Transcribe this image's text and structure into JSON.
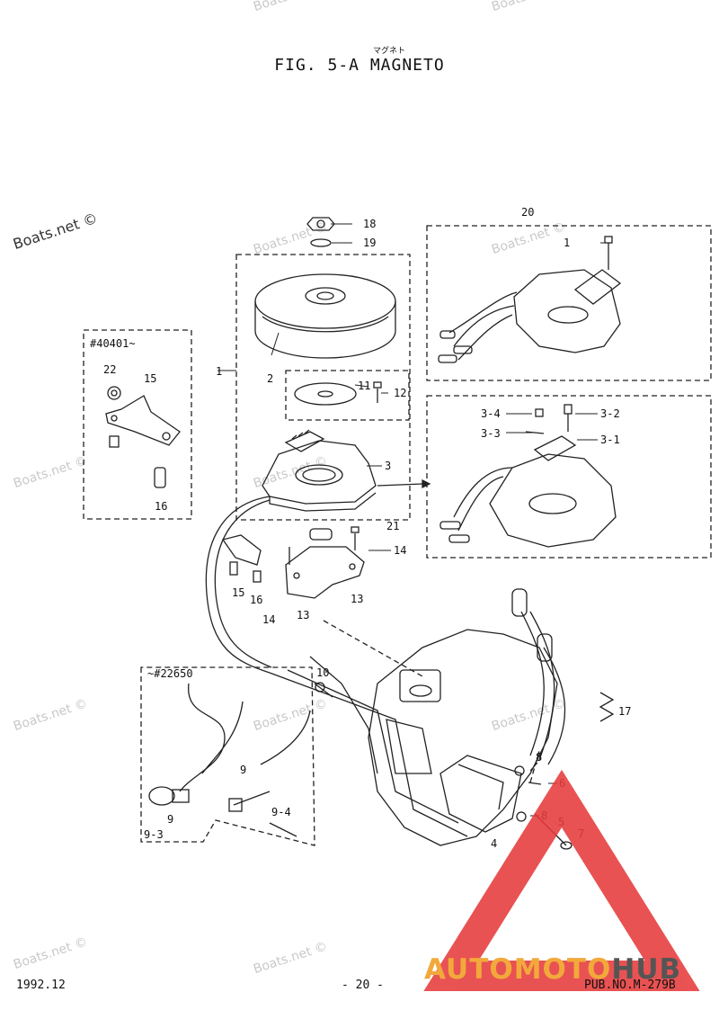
{
  "header": {
    "title": "FIG.  5-A MAGNETO",
    "ruby": "マグネト"
  },
  "watermarks": [
    "Boats.net ©",
    "Boats.net ©",
    "Boats.net ©",
    "Boats.net ©",
    "Boats.net ©",
    "Boats.net ©",
    "Boats.net ©",
    "Boats.net ©",
    "Boats.net ©",
    "Boats.net ©",
    "Boats.net ©",
    "Boats.net ©"
  ],
  "footer": {
    "date": "1992.12",
    "page": "- 20 -",
    "pub": "PUB.NO.M-279B"
  },
  "brand": {
    "part1": "AUTOMOTO",
    "part2": "HUB",
    "color_primary": "#e63b3b",
    "color_accent": "#f2a93b"
  },
  "serial_notes": {
    "top_left": "#40401~",
    "bottom_left": "~#22650"
  },
  "callouts": {
    "c18": "18",
    "c19": "19",
    "c20": "20",
    "c1a": "1",
    "c1": "1",
    "c2": "2",
    "c11": "11",
    "c12": "12",
    "c3": "3",
    "c34": "3-4",
    "c33": "3-3",
    "c32": "3-2",
    "c31": "3-1",
    "c21": "21",
    "c22": "22",
    "c15": "15",
    "c16": "16",
    "c14a": "14",
    "c15b": "15",
    "c16b": "16",
    "c14b": "14",
    "c13a": "13",
    "c13b": "13",
    "c10": "10",
    "c17": "17",
    "c8a": "8",
    "c6": "6",
    "c8b": "8",
    "c5": "5",
    "c7": "7",
    "c4": "4",
    "c9a": "9",
    "c9b": "9",
    "c93": "9-3",
    "c94": "9-4"
  }
}
